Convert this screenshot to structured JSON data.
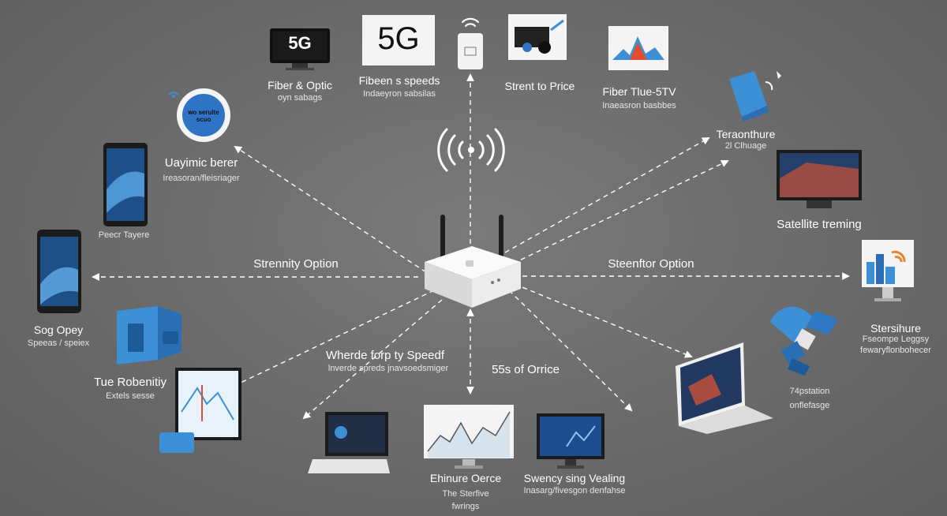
{
  "top_icons": {
    "tv_5g_text": "5G",
    "board_5g_text": "5G"
  },
  "labels": {
    "fiber_optic": "Fiber & Optic",
    "fiber_optic_sub": "oyn sabags",
    "fibers_speeds": "Fibeen s speeds",
    "fibers_speeds_sub": "Indaeyron sabsilas",
    "strent_price": "Strent to Price",
    "fiber_tv": "Fiber  Tlue-5TV",
    "fiber_tv_sub": "Inaeasron basbbes",
    "badge_text": "wo serulte\nscuo",
    "uaymic": "Uayimic berer",
    "uaymic_sub": "Ireasoran/fleisriager",
    "power_tayer": "Peecr Tayere",
    "sog_opey": "Sog Opey",
    "sog_opey_sub": "Speeas / speiex",
    "tue_robentity": "Tue Robenitiy",
    "tue_robentity_sub": "Extels sesse",
    "strennity": "Strennity Option",
    "wherde": "Wherde forp ty Speedf",
    "wherde_sub": "lnverde spreds jnavsoedsmiger",
    "s55": "55s of Orrice",
    "ehinure": "Ehinure Oerce",
    "ehinure_sub1": "The Sterfive",
    "ehinure_sub2": "fwrings",
    "swency": "Swency sing Vealing",
    "swency_sub": "Inasarg/fivesgon denfahse",
    "teraonthure": "Teraonthure",
    "teraonthure_sub": "2l Clhuage",
    "satellite": "Satellite treming",
    "steenfor": "Steenftor Option",
    "stersihure": "Stersihure",
    "stersihure_sub1": "Fseompe Leggsy",
    "stersihure_sub2": "fewaryflonbohecer",
    "pstation": "74pstation",
    "pstation_sub": "onflefasge"
  },
  "colors": {
    "background": "#6b6b6b",
    "accent_blue": "#3d8fd6",
    "router_white": "#f2f2f2",
    "arrow": "#ffffff"
  }
}
